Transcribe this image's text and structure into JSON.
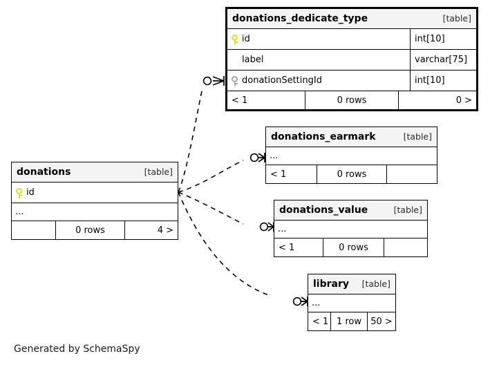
{
  "diagram": {
    "caption": "Generated by SchemaSpy",
    "kind_label": "[table]",
    "ellipsis": "...",
    "colors": {
      "primary_key_icon": "#e8e014",
      "foreign_key_icon": "#a8a8a8",
      "header_background": "#f4f4f4",
      "border": "#000000",
      "background": "#ffffff"
    }
  },
  "tables": [
    {
      "id": "donations_dedicate_type",
      "name": "donations_dedicate_type",
      "kind": "[table]",
      "emphasized": true,
      "columns": [
        {
          "name": "id",
          "type": "int[10]",
          "key": "primary"
        },
        {
          "name": "label",
          "type": "varchar[75]",
          "key": "none"
        },
        {
          "name": "donationSettingId",
          "type": "int[10]",
          "key": "foreign"
        }
      ],
      "footer": {
        "left": "< 1",
        "middle": "0 rows",
        "right": "0 >"
      }
    },
    {
      "id": "donations_earmark",
      "name": "donations_earmark",
      "kind": "[table]",
      "emphasized": false,
      "columns": [
        {
          "name": "...",
          "type": "",
          "key": "none"
        }
      ],
      "footer": {
        "left": "< 1",
        "middle": "0 rows",
        "right": ""
      }
    },
    {
      "id": "donations",
      "name": "donations",
      "kind": "[table]",
      "emphasized": false,
      "columns": [
        {
          "name": "id",
          "type": "",
          "key": "primary"
        },
        {
          "name": "...",
          "type": "",
          "key": "none"
        }
      ],
      "footer": {
        "left": "",
        "middle": "0 rows",
        "right": "4 >"
      }
    },
    {
      "id": "donations_value",
      "name": "donations_value",
      "kind": "[table]",
      "emphasized": false,
      "columns": [
        {
          "name": "...",
          "type": "",
          "key": "none"
        }
      ],
      "footer": {
        "left": "< 1",
        "middle": "0 rows",
        "right": ""
      }
    },
    {
      "id": "library",
      "name": "library",
      "kind": "[table]",
      "emphasized": false,
      "columns": [
        {
          "name": "...",
          "type": "",
          "key": "none"
        }
      ],
      "footer": {
        "left": "< 1",
        "middle": "1 row",
        "right": "50 >"
      }
    }
  ],
  "relationships": [
    {
      "from": "donations",
      "to": "donations_dedicate_type",
      "style": "dashed",
      "source_cardinality": "one",
      "target_cardinality": "zero-or-many"
    },
    {
      "from": "donations",
      "to": "donations_earmark",
      "style": "dashed",
      "source_cardinality": "one",
      "target_cardinality": "zero-or-many"
    },
    {
      "from": "donations",
      "to": "donations_value",
      "style": "dashed",
      "source_cardinality": "one",
      "target_cardinality": "zero-or-many"
    },
    {
      "from": "donations",
      "to": "library",
      "style": "dashed",
      "source_cardinality": "one",
      "target_cardinality": "zero-or-many"
    }
  ]
}
